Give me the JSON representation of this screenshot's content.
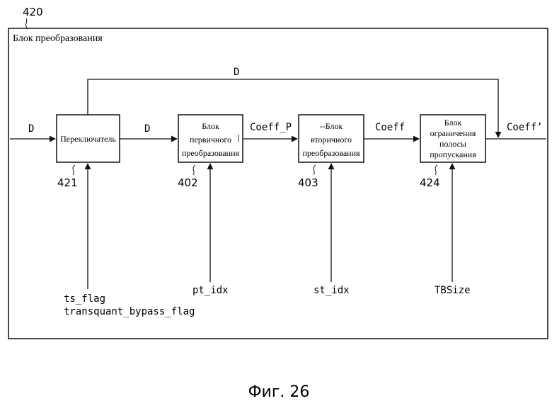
{
  "diagram": {
    "ref_number": "420",
    "outer_block_title": "Блок преобразования",
    "blocks": [
      {
        "id": "switch",
        "lines": [
          "Переключатель"
        ],
        "ref": "421",
        "input_label": [
          "ts_flag",
          "transquant_bypass_flag"
        ]
      },
      {
        "id": "primary",
        "lines": [
          "Блок",
          "первичного",
          "преобразования"
        ],
        "ref": "402",
        "input_label": [
          "pt_idx"
        ]
      },
      {
        "id": "secondary",
        "lines": [
          "--Блок",
          "вторичного",
          "преобразования"
        ],
        "ref": "403",
        "input_label": [
          "st_idx"
        ]
      },
      {
        "id": "band_limit",
        "lines": [
          "Блок",
          "ограничения",
          "полосы",
          "пропускания"
        ],
        "ref": "424",
        "input_label": [
          "TBSize"
        ]
      }
    ],
    "signals": {
      "bypass": "D",
      "input": "D",
      "after_switch": "D",
      "after_primary": "Coeff_P",
      "after_secondary": "Coeff",
      "output": "Coeff’"
    },
    "caption": "Фиг. 26"
  }
}
